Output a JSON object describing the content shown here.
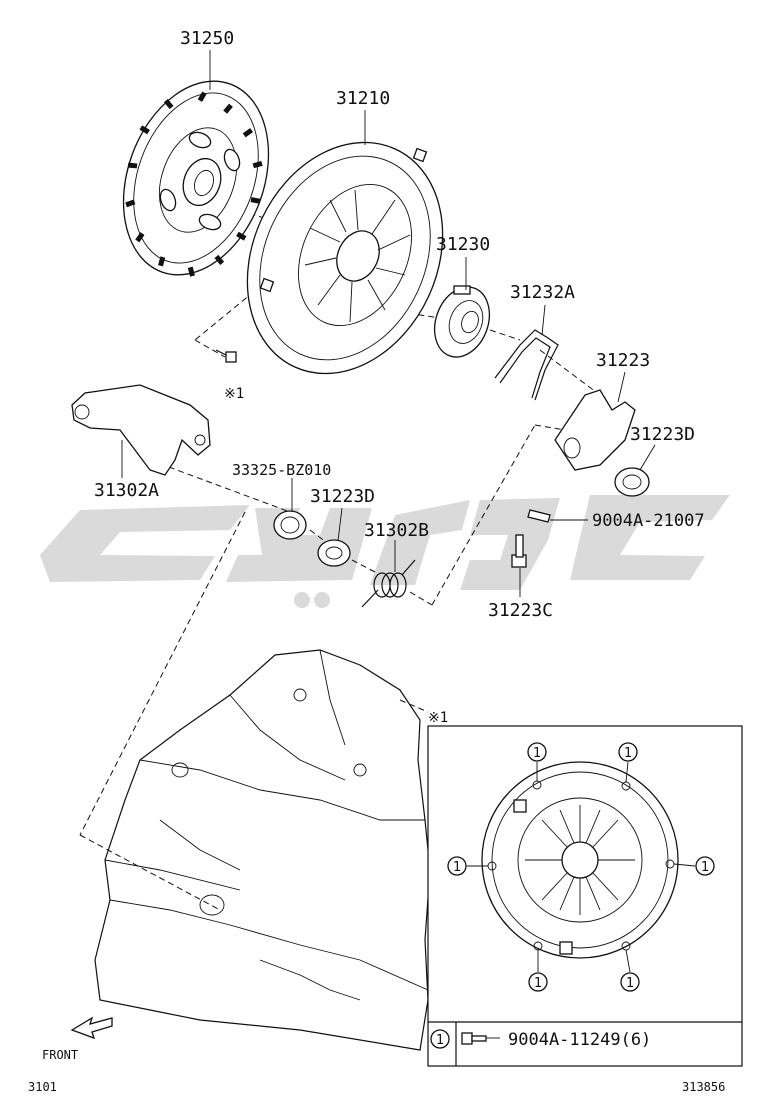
{
  "labels": {
    "p31250": "31250",
    "p31210": "31210",
    "p31230": "31230",
    "p31232A": "31232A",
    "p31223": "31223",
    "p31223D_a": "31223D",
    "p31302A": "31302A",
    "p33325": "33325-BZ010",
    "p31223D_b": "31223D",
    "p31302B": "31302B",
    "p9004A_21007": "9004A-21007",
    "p31223C": "31223C"
  },
  "note_marks": {
    "bolt_ref": "※1",
    "inset_ref": "※1"
  },
  "inset": {
    "callout_symbol": "1",
    "legend_part": "9004A-11249(6)"
  },
  "footer": {
    "front_label": "FRONT",
    "page_code": "3101",
    "diagram_code": "313856"
  },
  "watermark_color": "#d4d4d4"
}
